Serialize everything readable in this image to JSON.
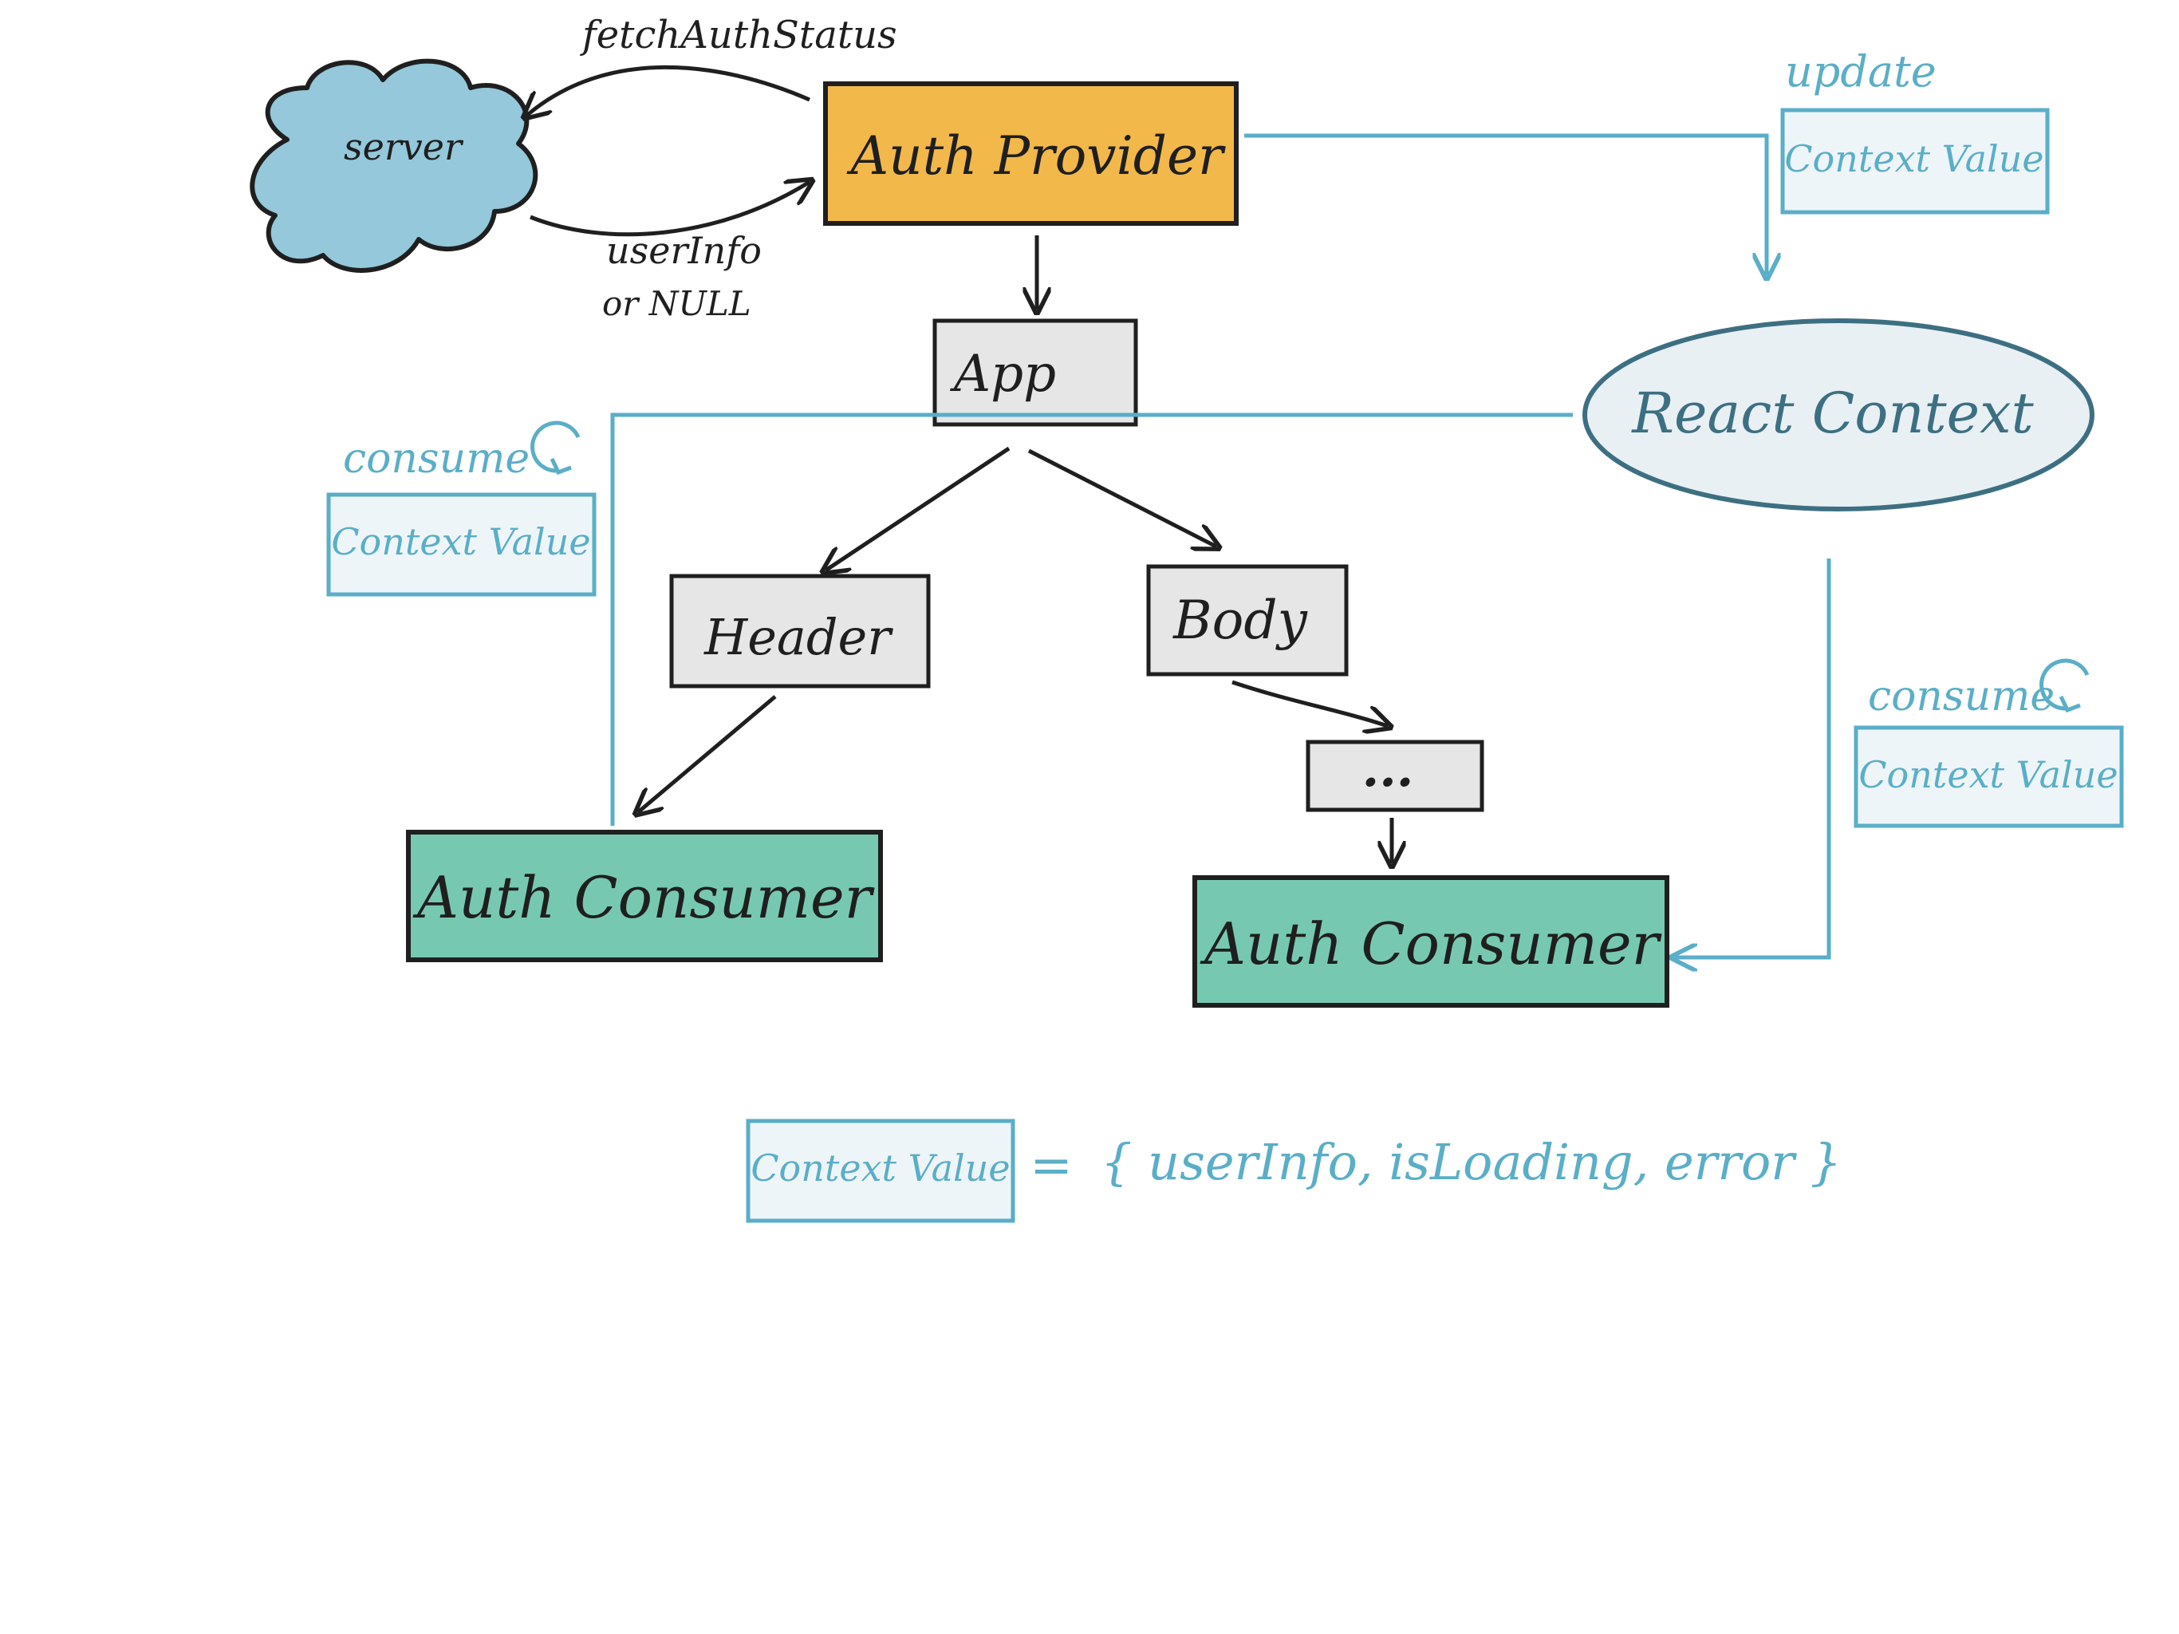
{
  "colors": {
    "ink": "#1f1f1f",
    "context_blue": "#5aaec8",
    "context_fill": "#eef5f8",
    "cloud_fill": "#94c8da",
    "provider_fill": "#f2b84a",
    "consumer_fill": "#76c9b0",
    "component_fill": "#e6e6e6",
    "react_context_fill": "#e8f0f4",
    "react_context_stroke": "#3d6f82"
  },
  "nodes": {
    "server": "server",
    "auth_provider": "Auth Provider",
    "app": "App",
    "header": "Header",
    "body": "Body",
    "ellipsis": "...",
    "auth_consumer_left": "Auth Consumer",
    "auth_consumer_right": "Auth Consumer",
    "react_context": "React Context"
  },
  "edge_labels": {
    "fetch": "fetchAuthStatus",
    "response_line1": "userInfo",
    "response_line2": "or NULL",
    "update": "update",
    "consume_left": "consume",
    "consume_right": "consume"
  },
  "context_value_boxes": {
    "update_box": "Context Value",
    "consume_left_box": "Context Value",
    "consume_right_box": "Context Value",
    "legend_box": "Context Value"
  },
  "legend": {
    "equals": "=",
    "definition": "{ userInfo, isLoading, error }"
  },
  "icons": {
    "consume_left": "refresh-icon",
    "consume_right": "refresh-icon"
  }
}
